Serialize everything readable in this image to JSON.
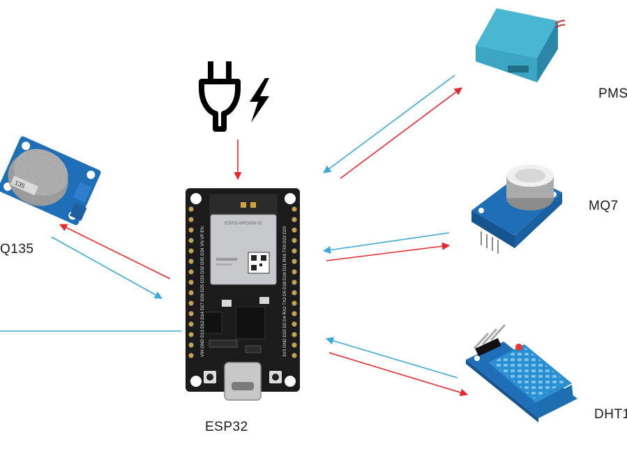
{
  "diagram": {
    "labels": {
      "esp32": "ESP32",
      "mq135": "Q135",
      "pms": "PMS",
      "mq7": "MQ7",
      "dht": "DHT1"
    },
    "board_silkscreen": {
      "module_text": "ESP32-WROOM-32",
      "left_pins": "VIN GND D13 D12 D14 D27 D26 D25 D33 D32 D35 D34 VN VP EN",
      "right_pins": "3V3 GND D15 D2 D4 RX2 TX2 D5 D18 D19 D21 RX0 TX0 D22 D23"
    },
    "colors": {
      "arrow_out": "#e8262b",
      "arrow_in": "#3aa9dc",
      "board": "#1b1b1b",
      "module": "#c7c9cc",
      "sensor_pcb": "#1e6fb8",
      "pms_body": "#3aa6c4",
      "dht_body": "#2a8fd0"
    },
    "icons": [
      "power-plug-icon",
      "lightning-bolt-icon"
    ]
  }
}
